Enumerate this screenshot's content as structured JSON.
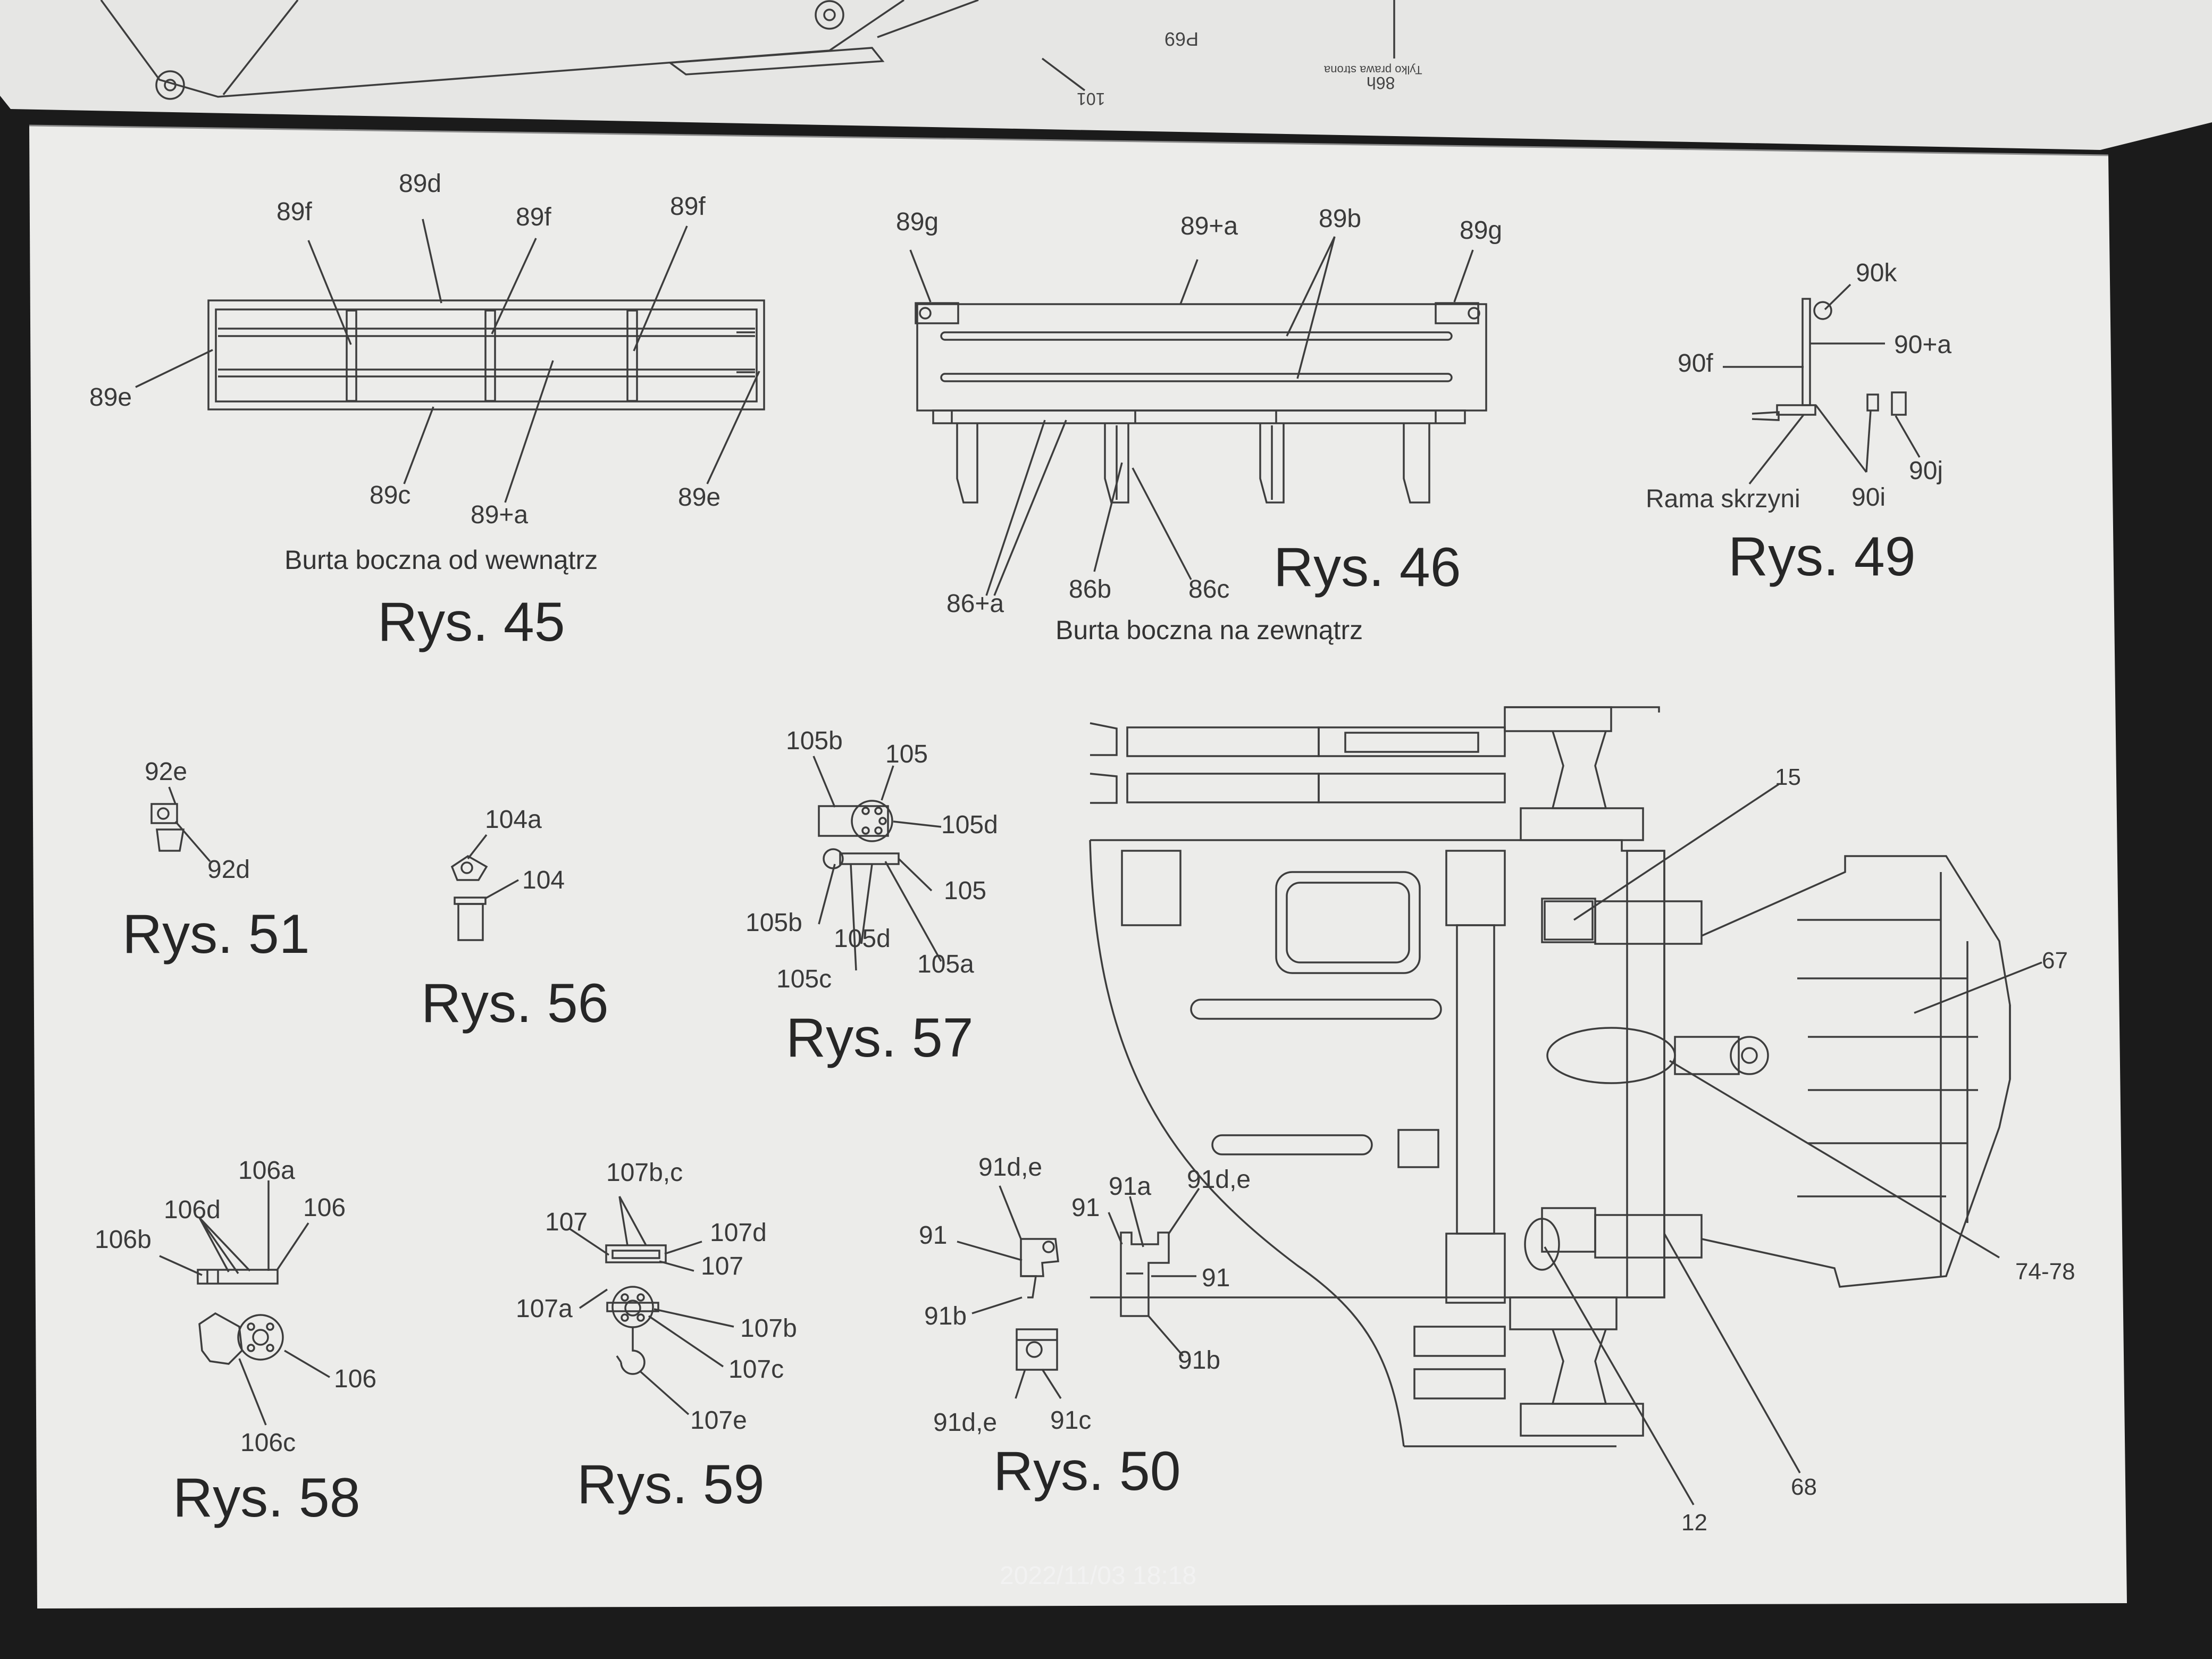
{
  "top_page": {
    "labels": [
      "P69",
      "86h",
      "Tylko prawa strona",
      "101"
    ]
  },
  "figures": {
    "rys45": {
      "title": "Rys. 45",
      "caption": "Burta boczna od wewnątrz",
      "labels": [
        "89d",
        "89f",
        "89f",
        "89f",
        "89e",
        "89c",
        "89+a",
        "89e"
      ]
    },
    "rys46": {
      "title": "Rys. 46",
      "caption": "Burta boczna na zewnątrz",
      "labels": [
        "89g",
        "89+a",
        "89b",
        "89g",
        "86+a",
        "86b",
        "86c"
      ]
    },
    "rys49": {
      "title": "Rys. 49",
      "labels": [
        "90k",
        "90f",
        "90+a",
        "90j",
        "90i",
        "Rama skrzyni"
      ]
    },
    "rys51": {
      "title": "Rys. 51",
      "labels": [
        "92e",
        "92d"
      ]
    },
    "rys56": {
      "title": "Rys. 56",
      "labels": [
        "104a",
        "104"
      ]
    },
    "rys57": {
      "title": "Rys. 57",
      "labels": [
        "105b",
        "105",
        "105d",
        "105",
        "105b",
        "105d",
        "105a",
        "105c"
      ]
    },
    "rys58": {
      "title": "Rys. 58",
      "labels": [
        "106a",
        "106d",
        "106",
        "106b",
        "106",
        "106c"
      ]
    },
    "rys59": {
      "title": "Rys. 59",
      "labels": [
        "107b,c",
        "107",
        "107d",
        "107",
        "107a",
        "107b",
        "107c",
        "107e"
      ]
    },
    "rys50": {
      "title": "Rys. 50",
      "labels": [
        "91d,e",
        "91a",
        "91d,e",
        "91",
        "91",
        "91",
        "91b",
        "91b",
        "91d,e",
        "91c"
      ]
    },
    "chassis": {
      "labels": [
        "15",
        "67",
        "74-78",
        "68",
        "12"
      ]
    }
  },
  "timestamp": "2022/11/03 18:18",
  "colors": {
    "paper": "#ececea",
    "shadow": "#1b1b1b",
    "ink": "#3a3a3a"
  }
}
